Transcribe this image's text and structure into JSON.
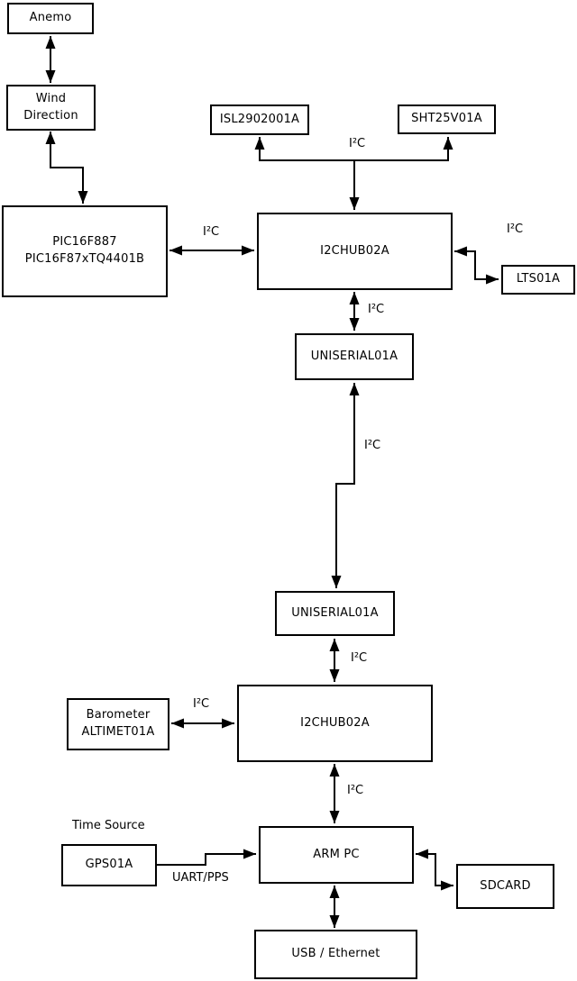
{
  "diagram": {
    "nodes": {
      "anemo": {
        "label": "Anemo"
      },
      "wind_direction": {
        "line1": "Wind",
        "line2": "Direction"
      },
      "pic": {
        "line1": "PIC16F887",
        "line2": "PIC16F87xTQ4401B"
      },
      "isl": {
        "label": "ISL2902001A"
      },
      "sht": {
        "label": "SHT25V01A"
      },
      "i2chub_top": {
        "label": "I2CHUB02A"
      },
      "lts": {
        "label": "LTS01A"
      },
      "uniserial_top": {
        "label": "UNISERIAL01A"
      },
      "uniserial_bottom": {
        "label": "UNISERIAL01A"
      },
      "i2chub_bottom": {
        "label": "I2CHUB02A"
      },
      "barometer": {
        "line1": "Barometer",
        "line2": "ALTIMET01A"
      },
      "gps": {
        "label": "GPS01A"
      },
      "arm_pc": {
        "label": "ARM PC"
      },
      "sdcard": {
        "label": "SDCARD"
      },
      "usb_ethernet": {
        "label": "USB / Ethernet"
      }
    },
    "labels": {
      "i2c": "I²C",
      "uart_pps": "UART/PPS",
      "time_source": "Time Source"
    },
    "colors": {
      "background": "#ffffff",
      "box_fill": "#ffffff",
      "box_border": "#000000",
      "line": "#000000",
      "text": "#000000"
    }
  }
}
